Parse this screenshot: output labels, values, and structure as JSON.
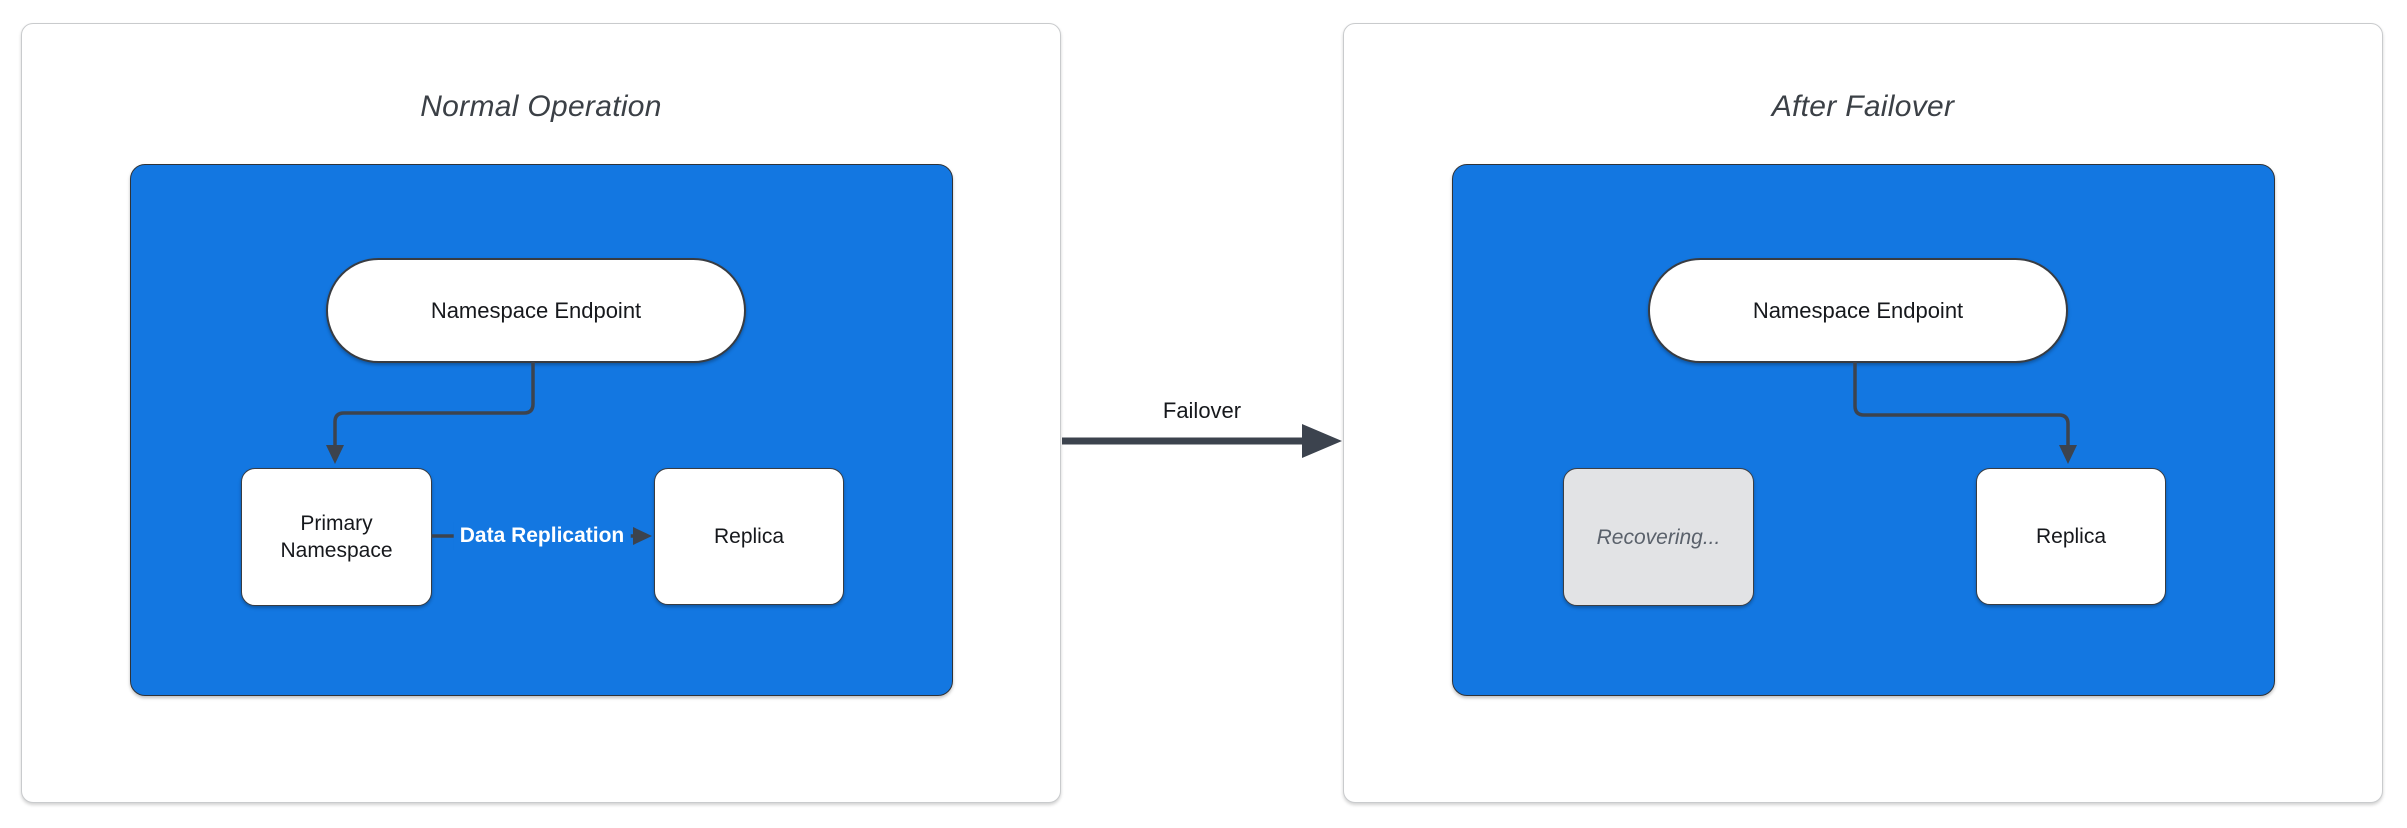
{
  "theme": {
    "blue": "#1377E1",
    "panel_border": "#C9CBCD",
    "node_border": "#383C42",
    "connector": "#3C434E",
    "gray_fill": "#E2E3E5",
    "gray_text": "#5A616B",
    "title_text": "#3B4046",
    "label_text": "#16181C",
    "white": "#FFFFFF"
  },
  "panels": [
    {
      "title": "Normal Operation",
      "nodes": {
        "endpoint": "Namespace Endpoint",
        "left": "Primary Namespace",
        "right": "Replica"
      },
      "edge_label": "Data Replication"
    },
    {
      "title": "After Failover",
      "nodes": {
        "endpoint": "Namespace Endpoint",
        "left": "Recovering...",
        "right": "Replica"
      }
    }
  ],
  "failover_edge": {
    "label": "Failover"
  }
}
